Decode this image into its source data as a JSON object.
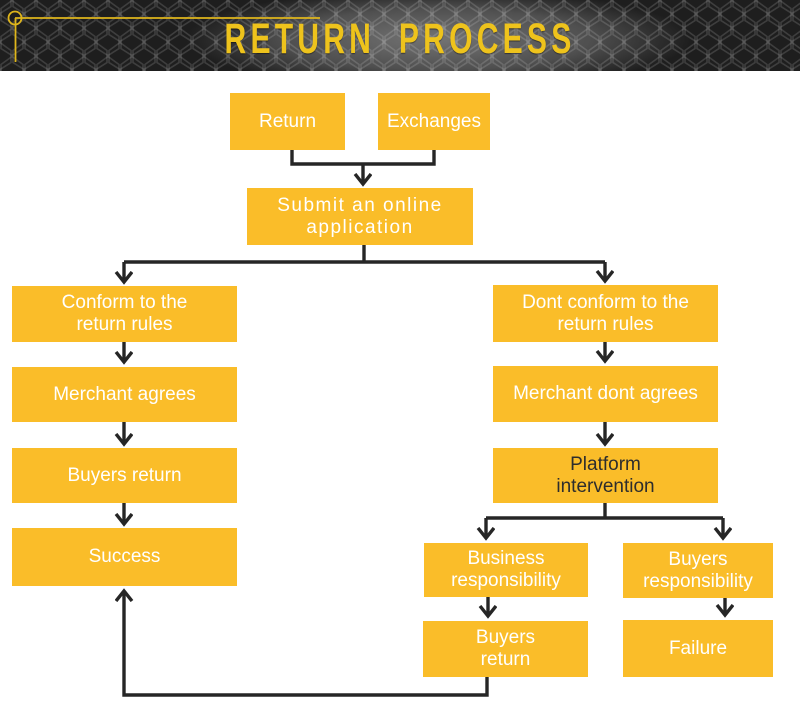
{
  "header": {
    "title": "RETURN PROCESS"
  },
  "colors": {
    "page_bg": "#ffffff",
    "header_bg": "#1e1e1e",
    "header_mesh_line": "#4a4a4a",
    "header_glow": "#555555",
    "title": "#eec31c",
    "accent_line": "#dfb61c",
    "box_fill": "#fabd29",
    "box_text": "#ffffff",
    "box_text_dark": "#2d2d2d",
    "connector": "#262626"
  },
  "flowchart": {
    "nodes": [
      {
        "id": "return",
        "label": "Return"
      },
      {
        "id": "exchanges",
        "label": "Exchanges"
      },
      {
        "id": "submit",
        "label": "Submit an online\napplication"
      },
      {
        "id": "conform",
        "label": "Conform to the\nreturn rules"
      },
      {
        "id": "dont_conform",
        "label": "Dont conform to the\nreturn rules"
      },
      {
        "id": "merchant_agrees",
        "label": "Merchant agrees"
      },
      {
        "id": "merchant_dont_agrees",
        "label": "Merchant dont agrees"
      },
      {
        "id": "buyers_return",
        "label": "Buyers return"
      },
      {
        "id": "platform_intervention",
        "label": "Platform\nintervention"
      },
      {
        "id": "success",
        "label": "Success"
      },
      {
        "id": "business_responsibility",
        "label": "Business\nresponsibility"
      },
      {
        "id": "buyers_responsibility",
        "label": "Buyers\nresponsibility"
      },
      {
        "id": "buyers_return_2",
        "label": "Buyers\nreturn"
      },
      {
        "id": "failure",
        "label": "Failure"
      }
    ],
    "edges": [
      {
        "from": "return",
        "to": "submit"
      },
      {
        "from": "exchanges",
        "to": "submit"
      },
      {
        "from": "submit",
        "to": "conform"
      },
      {
        "from": "submit",
        "to": "dont_conform"
      },
      {
        "from": "conform",
        "to": "merchant_agrees"
      },
      {
        "from": "merchant_agrees",
        "to": "buyers_return"
      },
      {
        "from": "buyers_return",
        "to": "success"
      },
      {
        "from": "dont_conform",
        "to": "merchant_dont_agrees"
      },
      {
        "from": "merchant_dont_agrees",
        "to": "platform_intervention"
      },
      {
        "from": "platform_intervention",
        "to": "business_responsibility"
      },
      {
        "from": "platform_intervention",
        "to": "buyers_responsibility"
      },
      {
        "from": "business_responsibility",
        "to": "buyers_return_2"
      },
      {
        "from": "buyers_responsibility",
        "to": "failure"
      },
      {
        "from": "buyers_return_2",
        "to": "success"
      }
    ]
  }
}
